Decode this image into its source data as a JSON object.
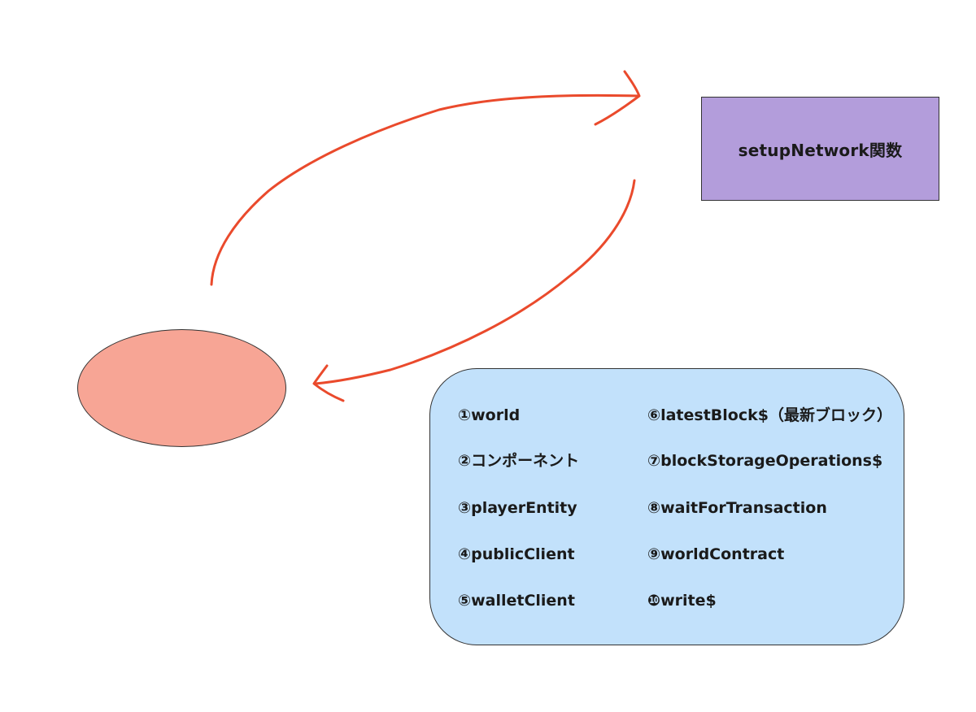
{
  "colors": {
    "network_box_fill": "#b39ddb",
    "ellipse_fill": "#f7a595",
    "panel_fill": "#c2e1fb",
    "arrow_stroke": "#ea4a2c"
  },
  "network_box": {
    "label": "setupNetwork関数"
  },
  "panel": {
    "left_column": [
      "①world",
      "②コンポーネント",
      "③playerEntity",
      "④publicClient",
      "⑤walletClient"
    ],
    "right_column": [
      "⑥latestBlock$（最新ブロック）",
      "⑦blockStorageOperations$",
      "⑧waitForTransaction",
      "⑨worldContract",
      "❿write$"
    ]
  }
}
